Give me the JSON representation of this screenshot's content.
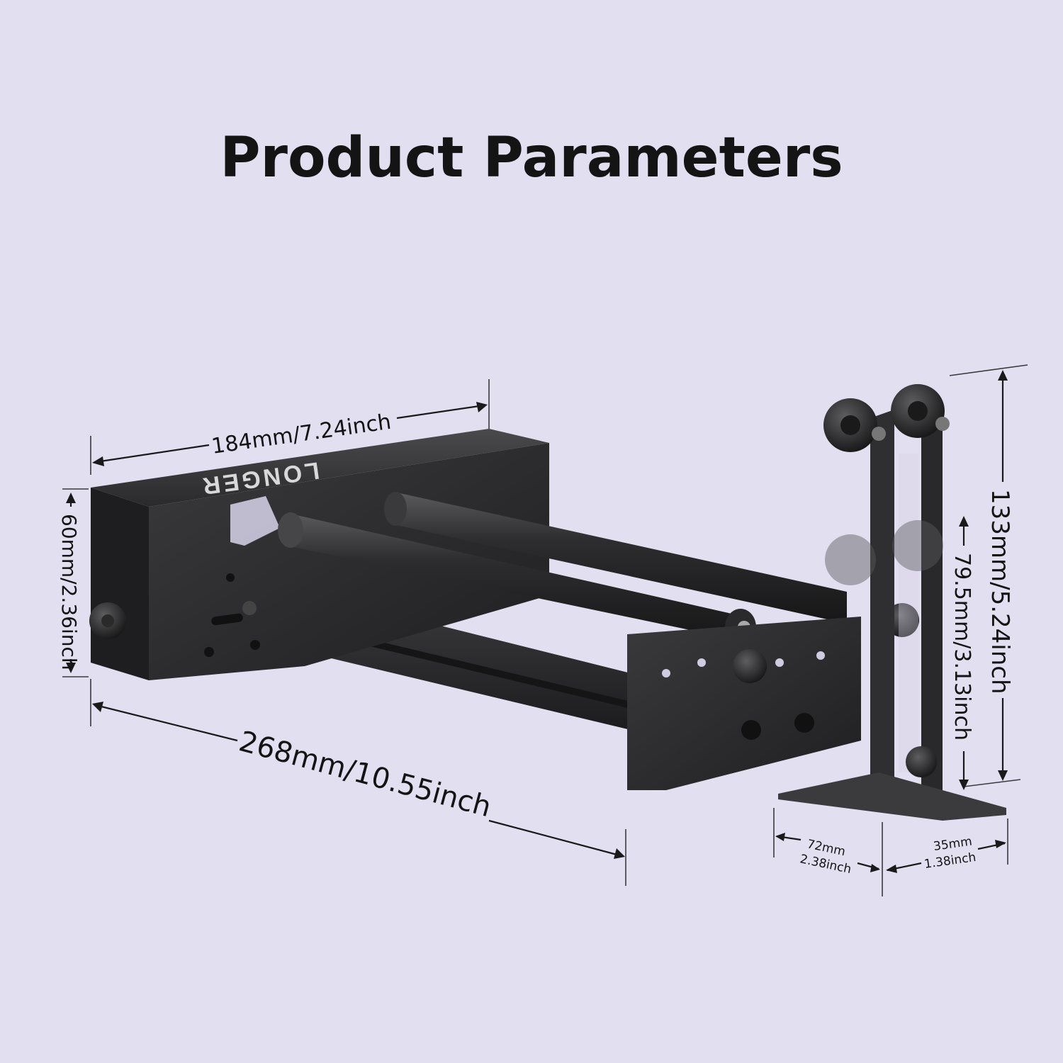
{
  "title": "Product Parameters",
  "brand_text": "LONGER",
  "dimensions": {
    "top_length": "184mm/7.24inch",
    "side_height": "60mm/2.36inch",
    "bottom_length": "268mm/10.55inch",
    "total_height": "133mm/5.24inch",
    "wheel_height": "79.5mm/3.13inch",
    "foot_width_mm": "72mm",
    "foot_width_inch": "2.38inch",
    "foot_depth_mm": "35mm",
    "foot_depth_inch": "1.38inch"
  },
  "colors": {
    "background": "#e2dff0",
    "metal": "#2b2b2d",
    "text": "#141414"
  }
}
